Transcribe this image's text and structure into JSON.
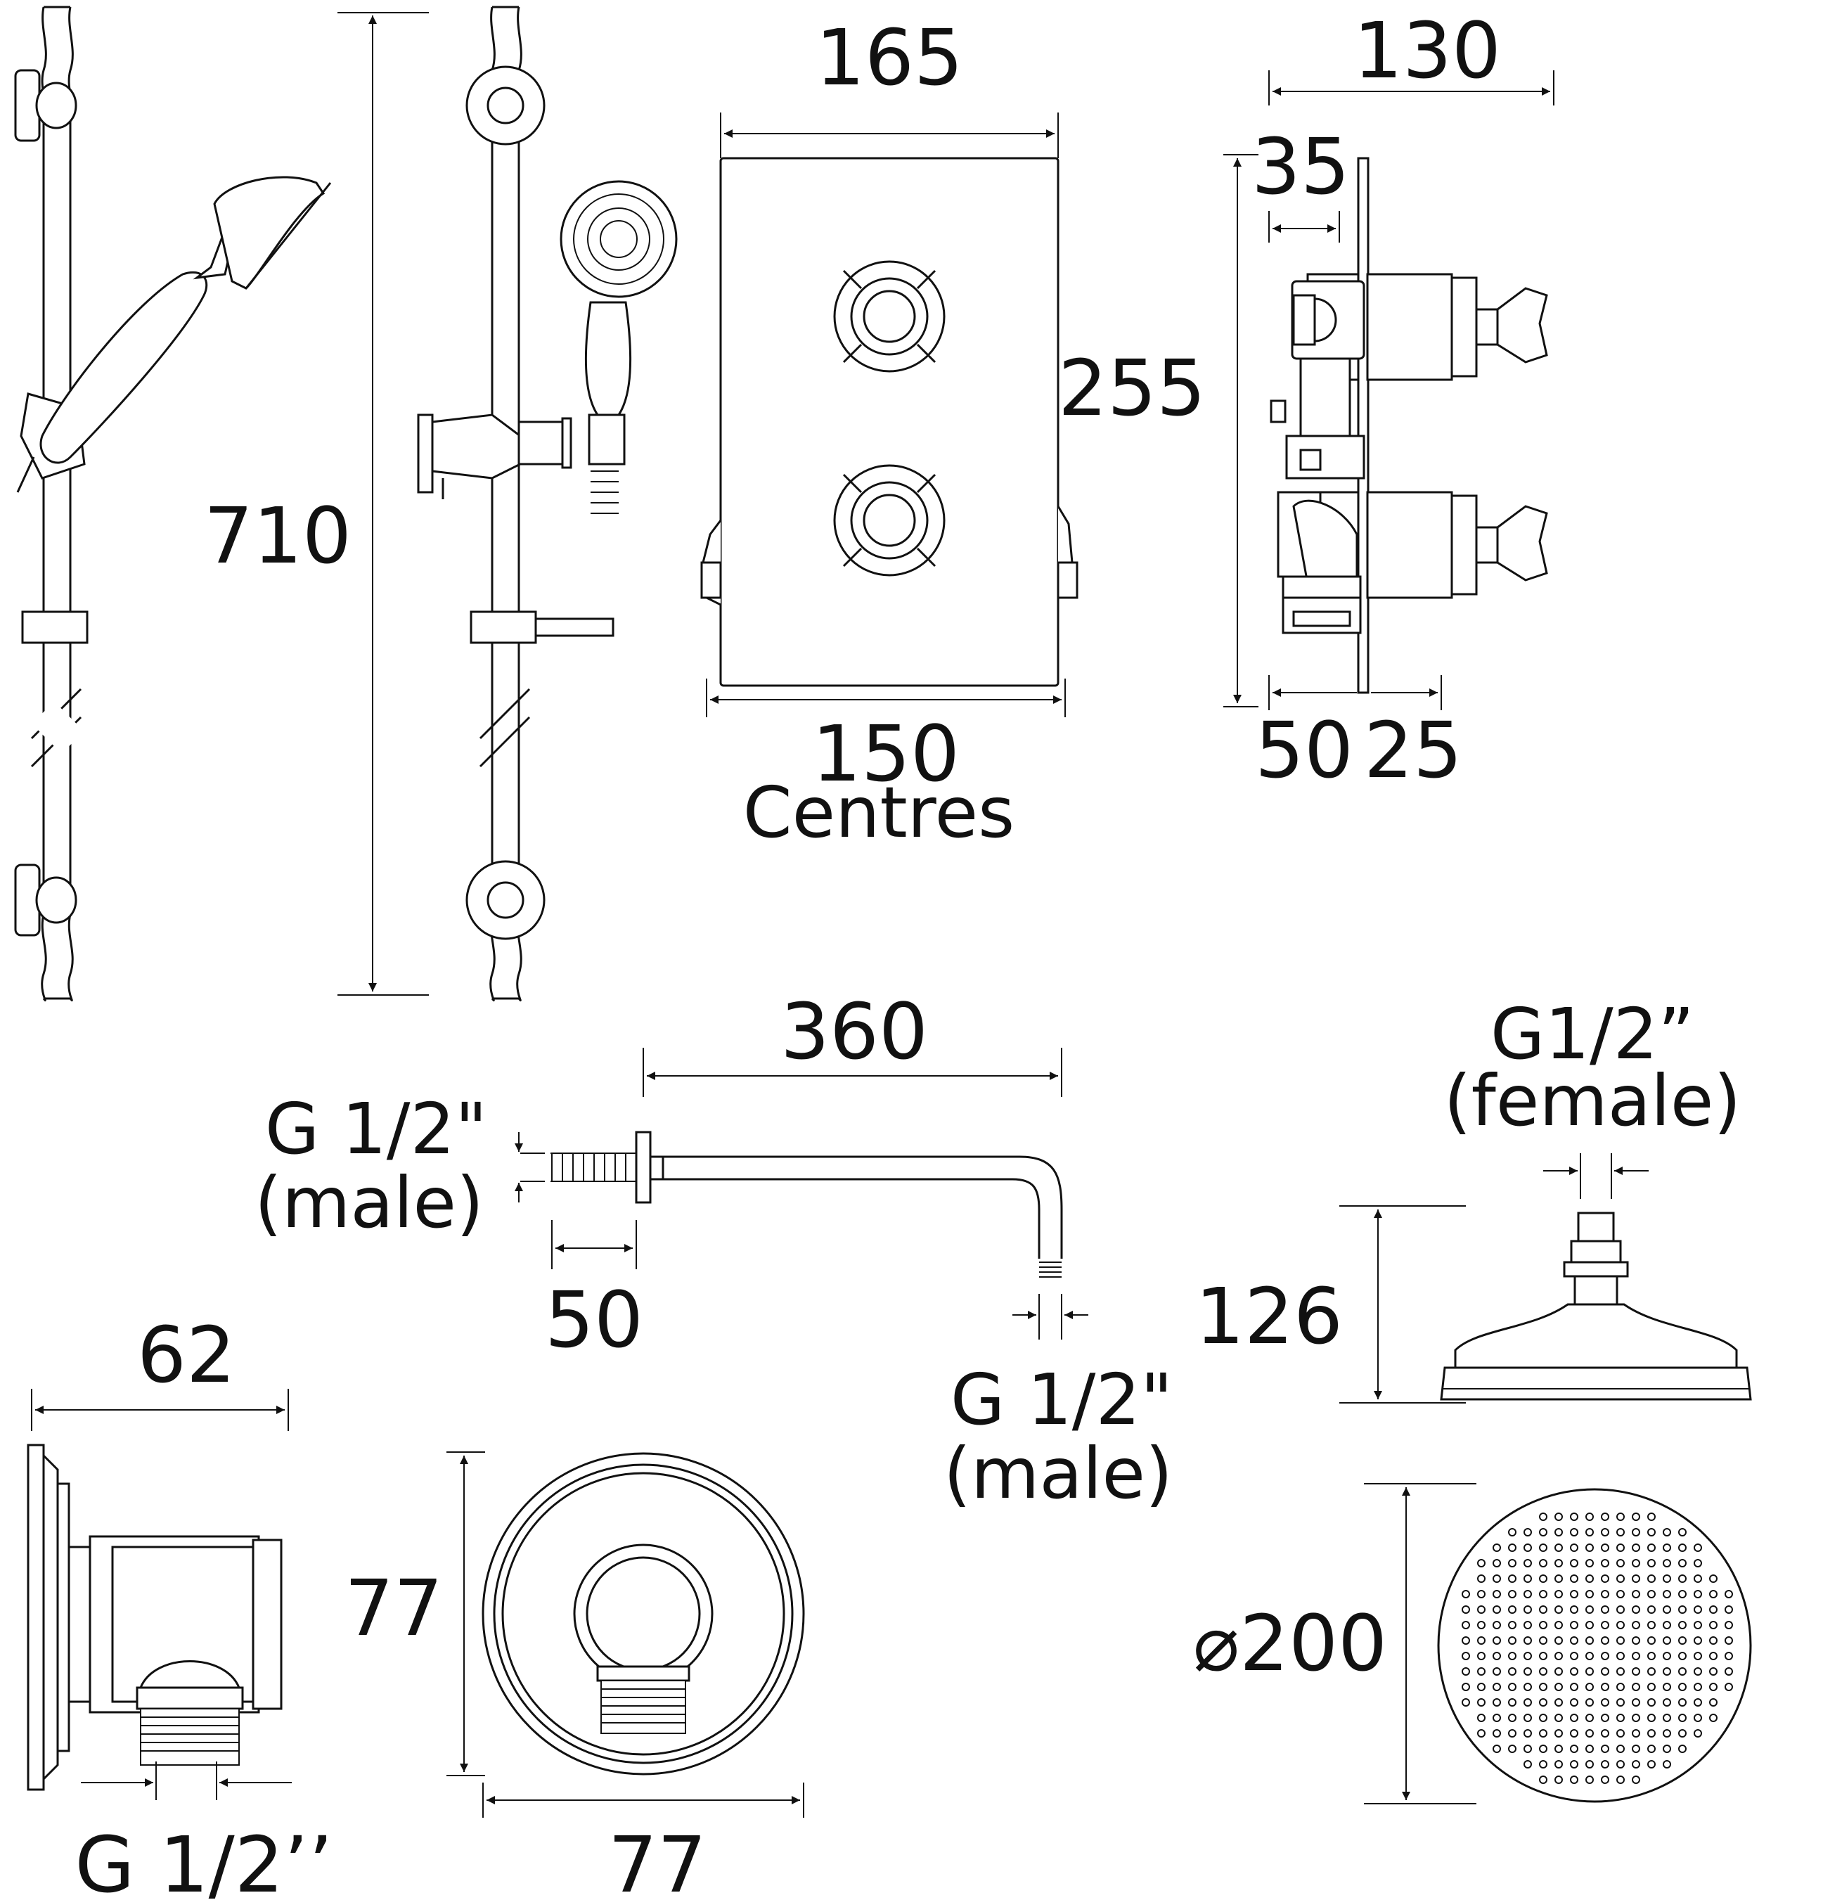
{
  "dimensions": {
    "riser_height": "710",
    "plate_width": "165",
    "plate_height": "255",
    "valve_centres_value": "150",
    "valve_centres_label": "Centres",
    "valve_depth": "130",
    "valve_offset": "35",
    "valve_body": "50",
    "valve_spindle": "25",
    "arm_length": "360",
    "arm_inlet_thread": "G 1/2\"",
    "arm_inlet_type": "(male)",
    "arm_inlet_length": "50",
    "arm_outlet_thread": "G 1/2\"",
    "arm_outlet_type": "(male)",
    "rose_thread": "G1/2”",
    "rose_thread_type": "(female)",
    "rose_height": "126",
    "rose_diameter": "⌀200",
    "elbow_depth": "62",
    "elbow_height": "77",
    "elbow_width": "77",
    "elbow_thread": "G 1/2’’"
  }
}
